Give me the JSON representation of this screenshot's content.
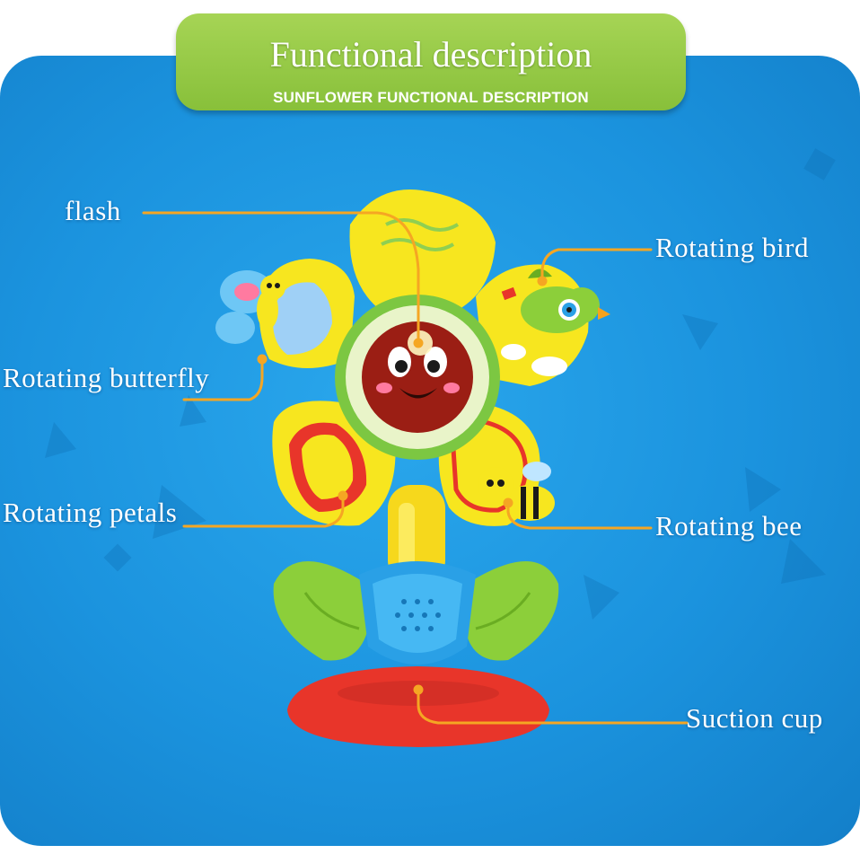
{
  "header": {
    "title": "Functional description",
    "subtitle": "SUNFLOWER FUNCTIONAL DESCRIPTION"
  },
  "labels": {
    "flash": "flash",
    "rotating_bird": "Rotating bird",
    "rotating_butterfly": "Rotating butterfly",
    "rotating_petals": "Rotating petals",
    "rotating_bee": "Rotating bee",
    "suction_cup": "Suction cup"
  },
  "colors": {
    "background": "#1b93de",
    "banner": "#96c946",
    "callout_line": "#f5a623",
    "petal": "#f7e61f",
    "suction_cup": "#e8352a",
    "leaf": "#8ccf3a",
    "stem_base": "#2aa0e6"
  }
}
